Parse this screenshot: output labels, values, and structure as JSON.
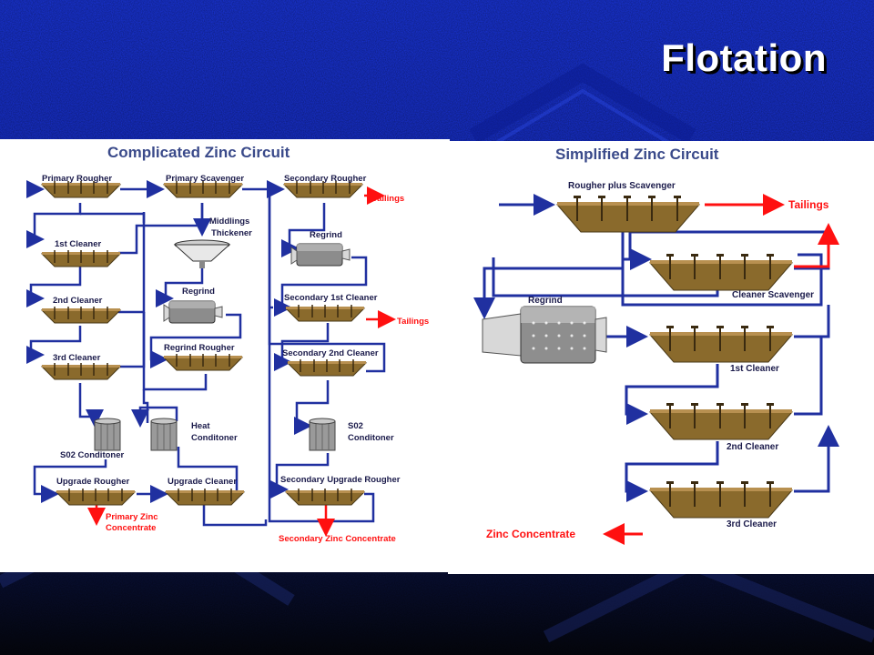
{
  "slide": {
    "title": "Flotation"
  },
  "left": {
    "title": "Complicated Zinc Circuit",
    "labels": {
      "primary_rougher": "Primary Rougher",
      "primary_scavenger": "Primary Scavenger",
      "secondary_rougher": "Secondary Rougher",
      "tailings_1": "Tailings",
      "middlings_thickener_1": "Middlings",
      "middlings_thickener_2": "Thickener",
      "first_cleaner": "1st Cleaner",
      "regrind_right": "Regrind",
      "regrind_mid": "Regrind",
      "second_cleaner": "2nd Cleaner",
      "secondary_first_cleaner": "Secondary 1st Cleaner",
      "tailings_2": "Tailings",
      "third_cleaner": "3rd Cleaner",
      "regrind_rougher": "Regrind Rougher",
      "secondary_second_cleaner": "Secondary 2nd Cleaner",
      "heat_conditoner_1": "Heat",
      "heat_conditoner_2": "Conditoner",
      "so2_conditoner_left": "S02 Conditoner",
      "so2_conditoner_right_1": "S02",
      "so2_conditoner_right_2": "Conditoner",
      "upgrade_rougher": "Upgrade Rougher",
      "upgrade_cleaner": "Upgrade Cleaner",
      "secondary_upgrade_rougher": "Secondary Upgrade Rougher",
      "primary_zinc_concentrate_1": "Primary Zinc",
      "primary_zinc_concentrate_2": "Concentrate",
      "secondary_zinc_concentrate": "Secondary Zinc Concentrate"
    }
  },
  "right": {
    "title": "Simplified Zinc Circuit",
    "labels": {
      "rougher_plus_scavenger": "Rougher plus Scavenger",
      "tailings": "Tailings",
      "cleaner_scavenger": "Cleaner Scavenger",
      "regrind": "Regrind",
      "first_cleaner": "1st Cleaner",
      "second_cleaner": "2nd Cleaner",
      "third_cleaner": "3rd Cleaner",
      "zinc_concentrate": "Zinc Concentrate"
    }
  },
  "colors": {
    "flow_blue": "#2030a0",
    "tailings_red": "#ff1010",
    "cell_brown": "#8a6a2c",
    "title_blue": "#3a4a8a"
  }
}
